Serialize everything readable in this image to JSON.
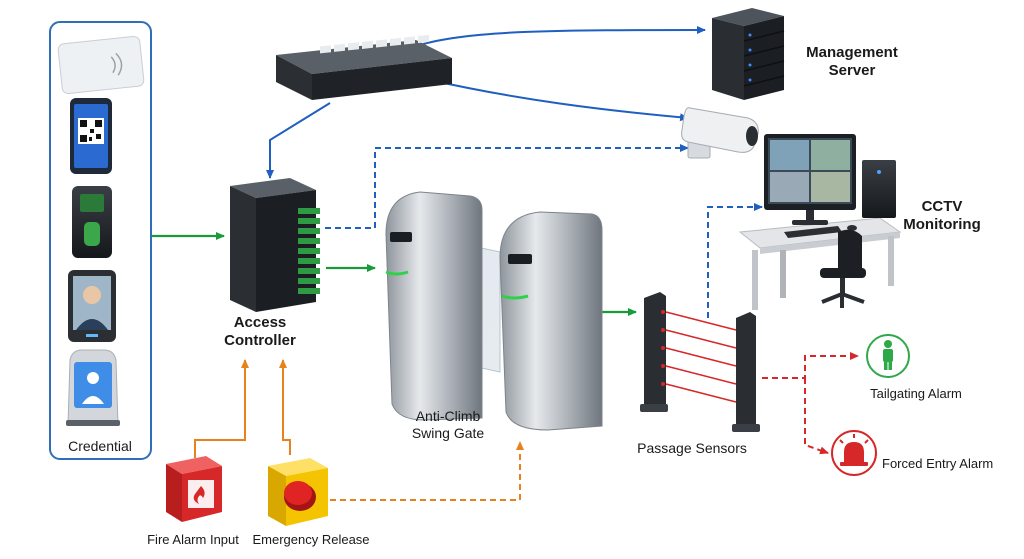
{
  "labels": {
    "credential": "Credential",
    "access_controller_1": "Access",
    "access_controller_2": "Controller",
    "management_server_1": "Management",
    "management_server_2": "Server",
    "cctv_monitoring_1": "CCTV",
    "cctv_monitoring_2": "Monitoring",
    "anti_climb_1": "Anti-Climb",
    "anti_climb_2": "Swing Gate",
    "passage_sensors": "Passage Sensors",
    "tailgating_alarm": "Tailgating Alarm",
    "forced_entry_alarm": "Forced Entry Alarm",
    "fire_alarm_input": "Fire Alarm Input",
    "emergency_release": "Emergency Release"
  },
  "colors": {
    "network_line": "#1f5fbf",
    "credential_line": "#1a9a3a",
    "emergency_line": "#e8821e",
    "alarm_line": "#d62828",
    "panel_border": "#2f6fb8"
  }
}
